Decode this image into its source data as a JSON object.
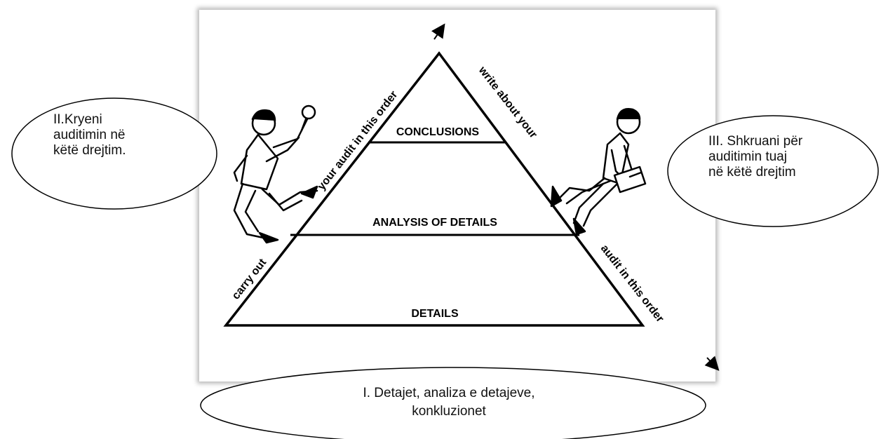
{
  "pyramid": {
    "levels": [
      "CONCLUSIONS",
      "ANALYSIS OF DETAILS",
      "DETAILS"
    ]
  },
  "left_arrow": {
    "lower_text": "carry out",
    "upper_text": "your audit in this order"
  },
  "right_arrow": {
    "upper_text": "write about your",
    "lower_text": "audit in this order"
  },
  "bubbles": {
    "left": {
      "lines": [
        "II.Kryeni",
        "auditimin në",
        "këtë drejtim."
      ]
    },
    "right": {
      "lines": [
        "III. Shkruani për",
        "auditimin tuaj",
        "në këtë drejtim"
      ]
    },
    "bottom": {
      "lines": [
        "I. Detajet, analiza e detajeve,",
        "konkluzionet"
      ]
    }
  }
}
